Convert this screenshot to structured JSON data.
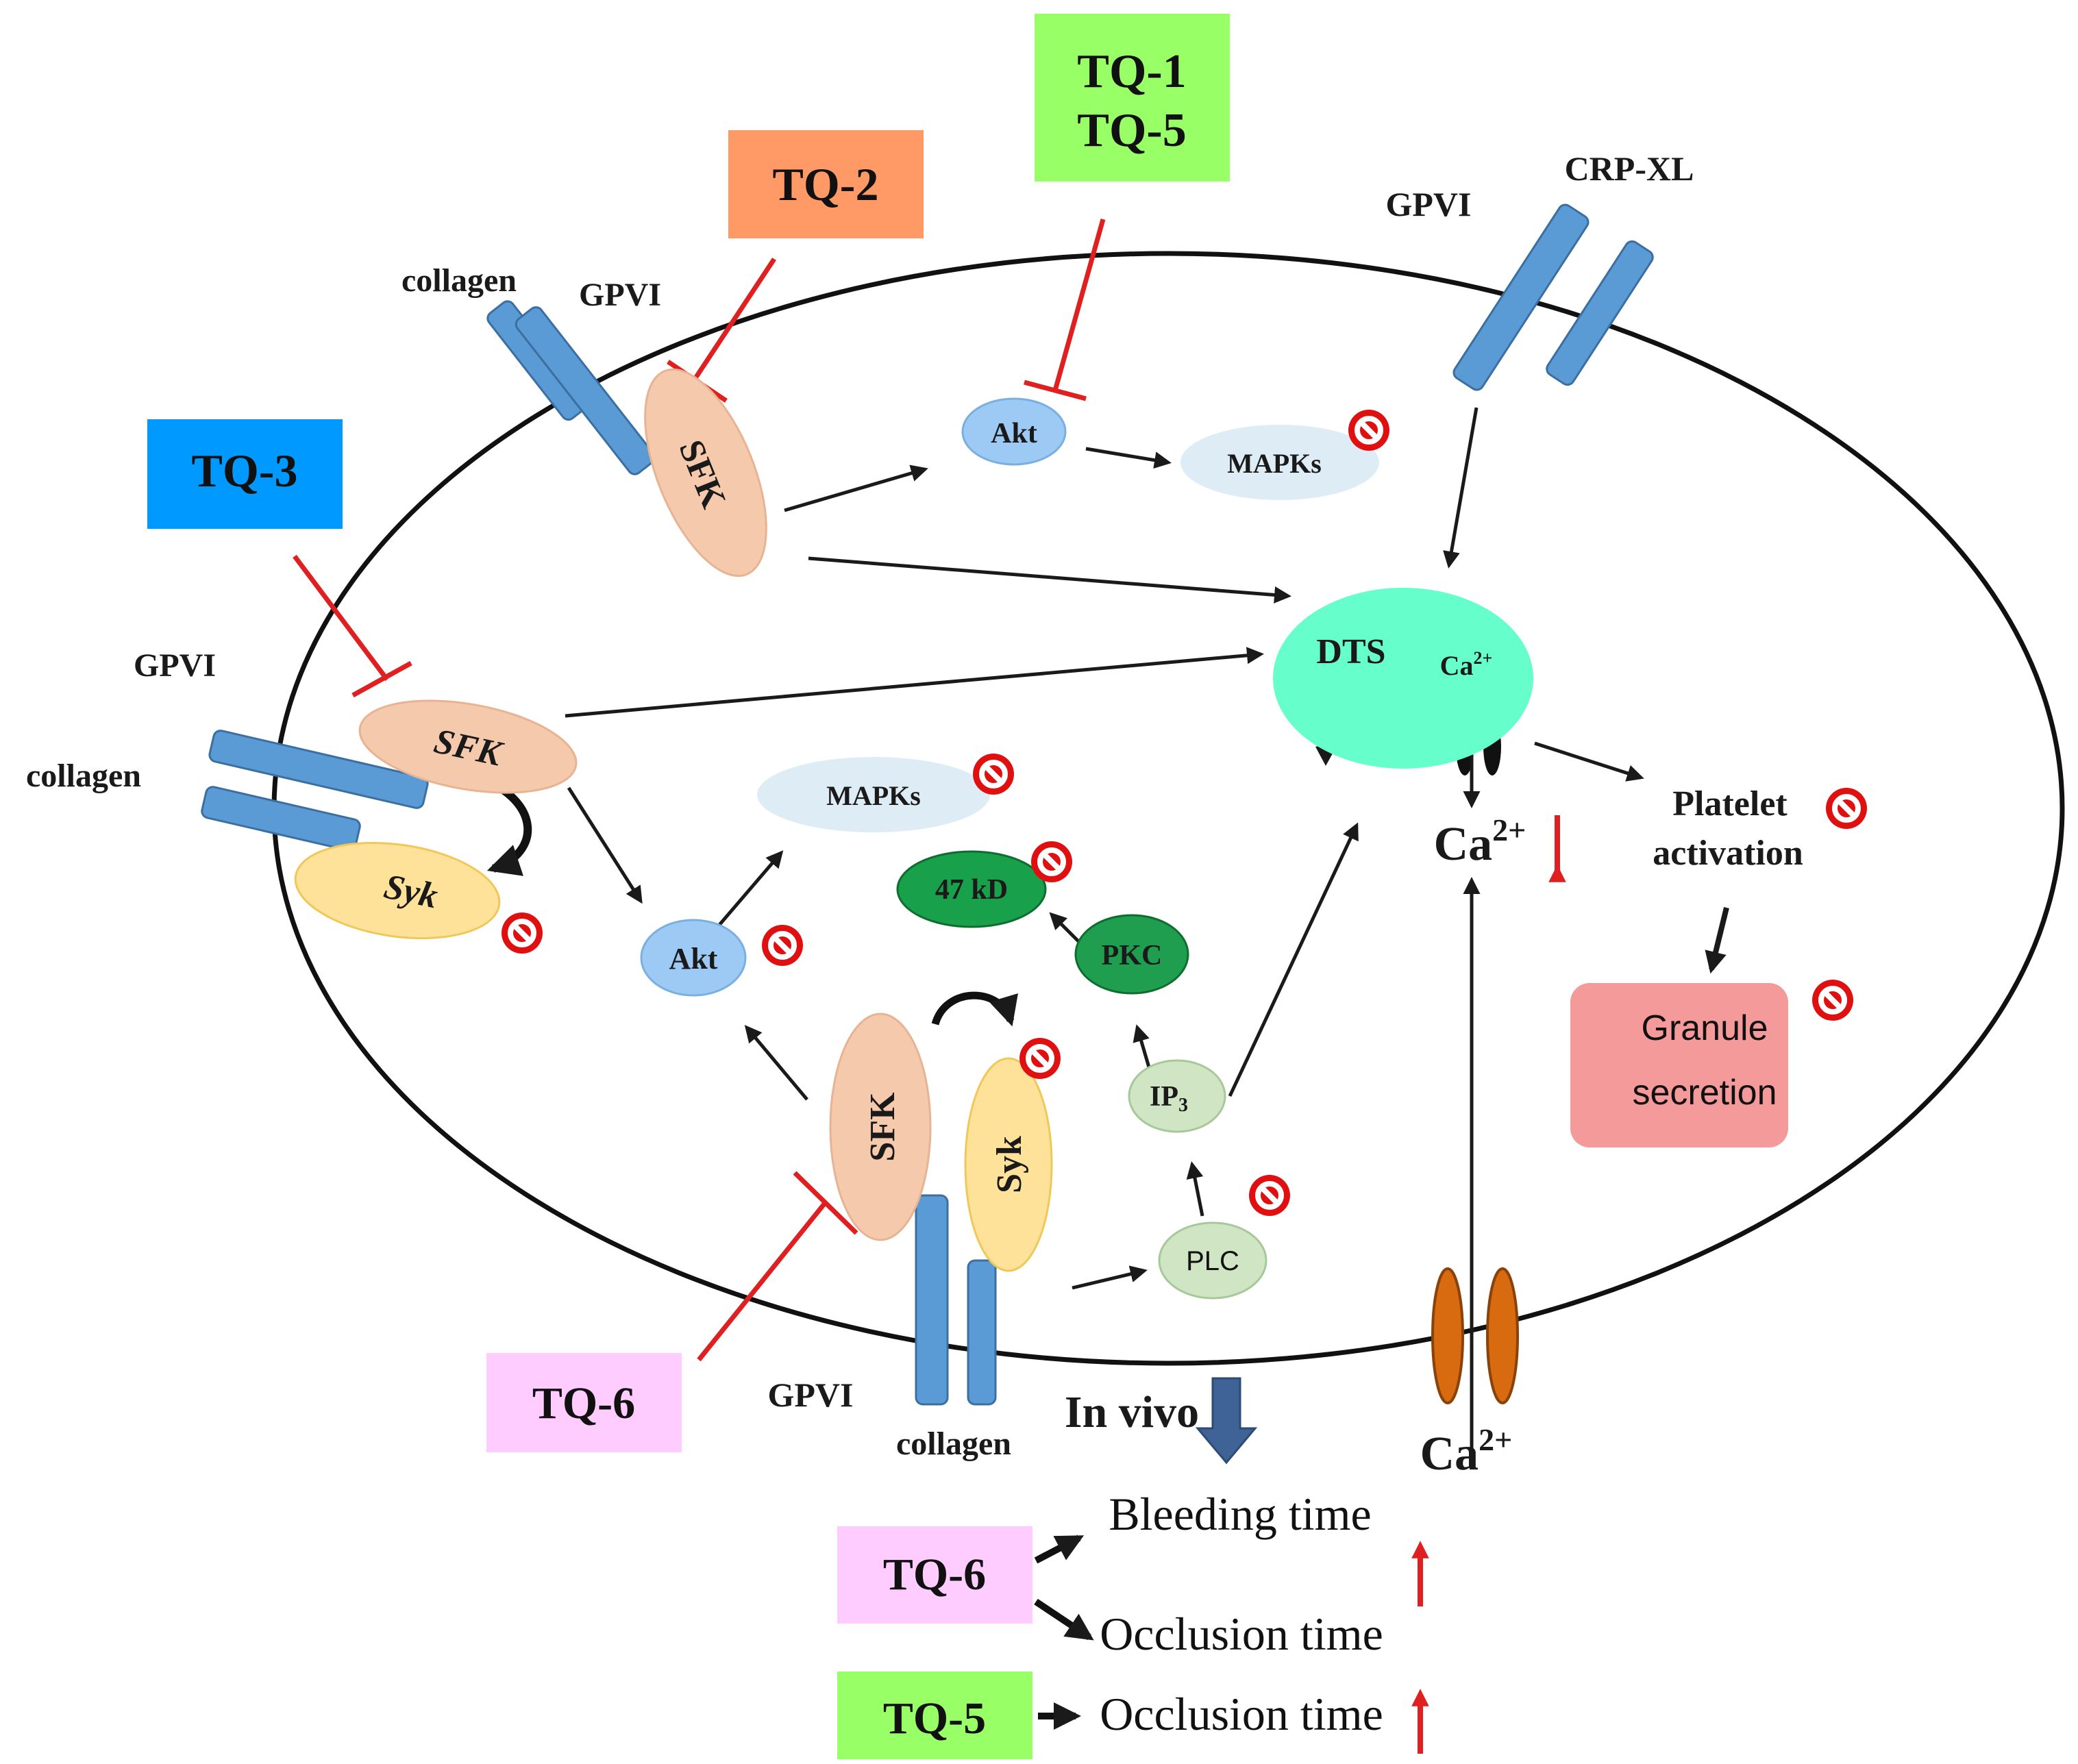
{
  "colors": {
    "receptor": "#5b9bd5",
    "receptor_stroke": "#3b6fa1",
    "sfk": "#f5c9ac",
    "syk": "#ffe29a",
    "akt": "#9dc9f5",
    "mapks": "#deedf5",
    "dts": "#66ffcc",
    "pkc": "#1f9e4f",
    "p47": "#19a04b",
    "plc": "#cfe5c4",
    "granule": "#f59a9a",
    "tq_green": "#99ff66",
    "tq_orange": "#ff9966",
    "tq_blue": "#0099ff",
    "tq_pink": "#ffccff",
    "inhibit": "#e02020",
    "no_sign": "#e01010",
    "channel": "#d86a10"
  },
  "labels": {
    "tq1": "TQ-1",
    "tq5": "TQ-5",
    "tq2": "TQ-2",
    "tq3": "TQ-3",
    "tq6": "TQ-6",
    "tq6_b": "TQ-6",
    "tq5_b": "TQ-5",
    "collagen_top": "collagen",
    "gpvi_top": "GPVI",
    "gpvi_crp": "GPVI",
    "crp_xl": "CRP-XL",
    "gpvi_left": "GPVI",
    "collagen_left": "collagen",
    "gpvi_bottom": "GPVI",
    "collagen_bottom": "collagen",
    "sfk_top": "SFK",
    "sfk_left": "SFK",
    "sfk_bottom": "SFK",
    "syk_left": "Syk",
    "syk_bottom": "Syk",
    "akt_top": "Akt",
    "akt_mid": "Akt",
    "mapks_top": "MAPKs",
    "mapks_mid": "MAPKs",
    "dts": "DTS",
    "ca_dts": "Ca",
    "ca_dts_sup": "2+",
    "ca_mid": "Ca",
    "ca_mid_sup": "2+",
    "ca_bottom": "Ca",
    "ca_bottom_sup": "2+",
    "platelet": "Platelet",
    "activation": "activation",
    "granule1": "Granule",
    "granule2": "secretion",
    "p47": "47 kD",
    "pkc": "PKC",
    "ip3": "IP",
    "ip3_sub": "3",
    "plc": "PLC",
    "in_vivo": "In vivo",
    "bleeding": "Bleeding time",
    "occlusion1": "Occlusion time",
    "occlusion2": "Occlusion time"
  }
}
